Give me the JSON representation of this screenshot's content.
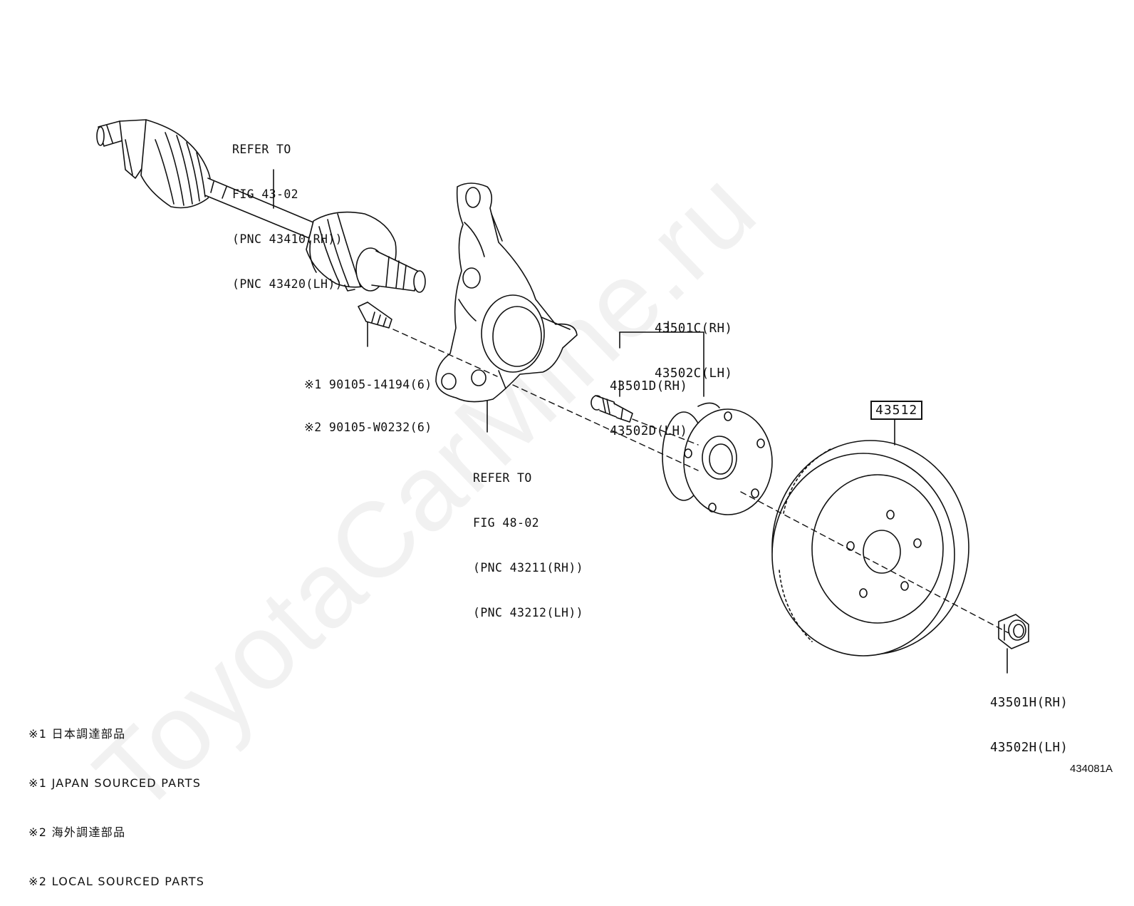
{
  "watermark": "ToyotaCarMine.ru",
  "labels": {
    "shaft_ref": [
      "REFER TO",
      "FIG 43-02",
      "(PNC 43410(RH))",
      "(PNC 43420(LH))"
    ],
    "bolt": [
      "※1 90105-14194(6)",
      "※2 90105-W0232(6)"
    ],
    "knuckle_ref": [
      "REFER TO",
      "FIG 48-02",
      "(PNC 43211(RH))",
      "(PNC 43212(LH))"
    ],
    "hub_assy": [
      "43501C(RH)",
      "43502C(LH)"
    ],
    "hub_bolt": [
      "43501D(RH)",
      "43502D(LH)"
    ],
    "disc": "43512",
    "nut": [
      "43501H(RH)",
      "43502H(LH)"
    ]
  },
  "notes": [
    "※1 日本調達部品",
    "※1 JAPAN SOURCED PARTS",
    "※2 海外調達部品",
    "※2 LOCAL SOURCED PARTS"
  ],
  "figure_id": "434081A"
}
